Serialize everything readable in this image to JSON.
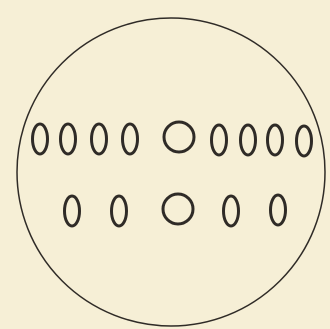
{
  "figure": {
    "outer_shape": "circle",
    "rows": [
      {
        "row": 1,
        "items": [
          "oval",
          "oval",
          "oval",
          "oval",
          "circle",
          "oval",
          "oval",
          "oval",
          "oval"
        ]
      },
      {
        "row": 2,
        "items": [
          "oval",
          "oval",
          "circle",
          "oval",
          "oval"
        ]
      }
    ]
  },
  "colors": {
    "paper": "#f6efd6",
    "ink": "#2f2b27"
  }
}
